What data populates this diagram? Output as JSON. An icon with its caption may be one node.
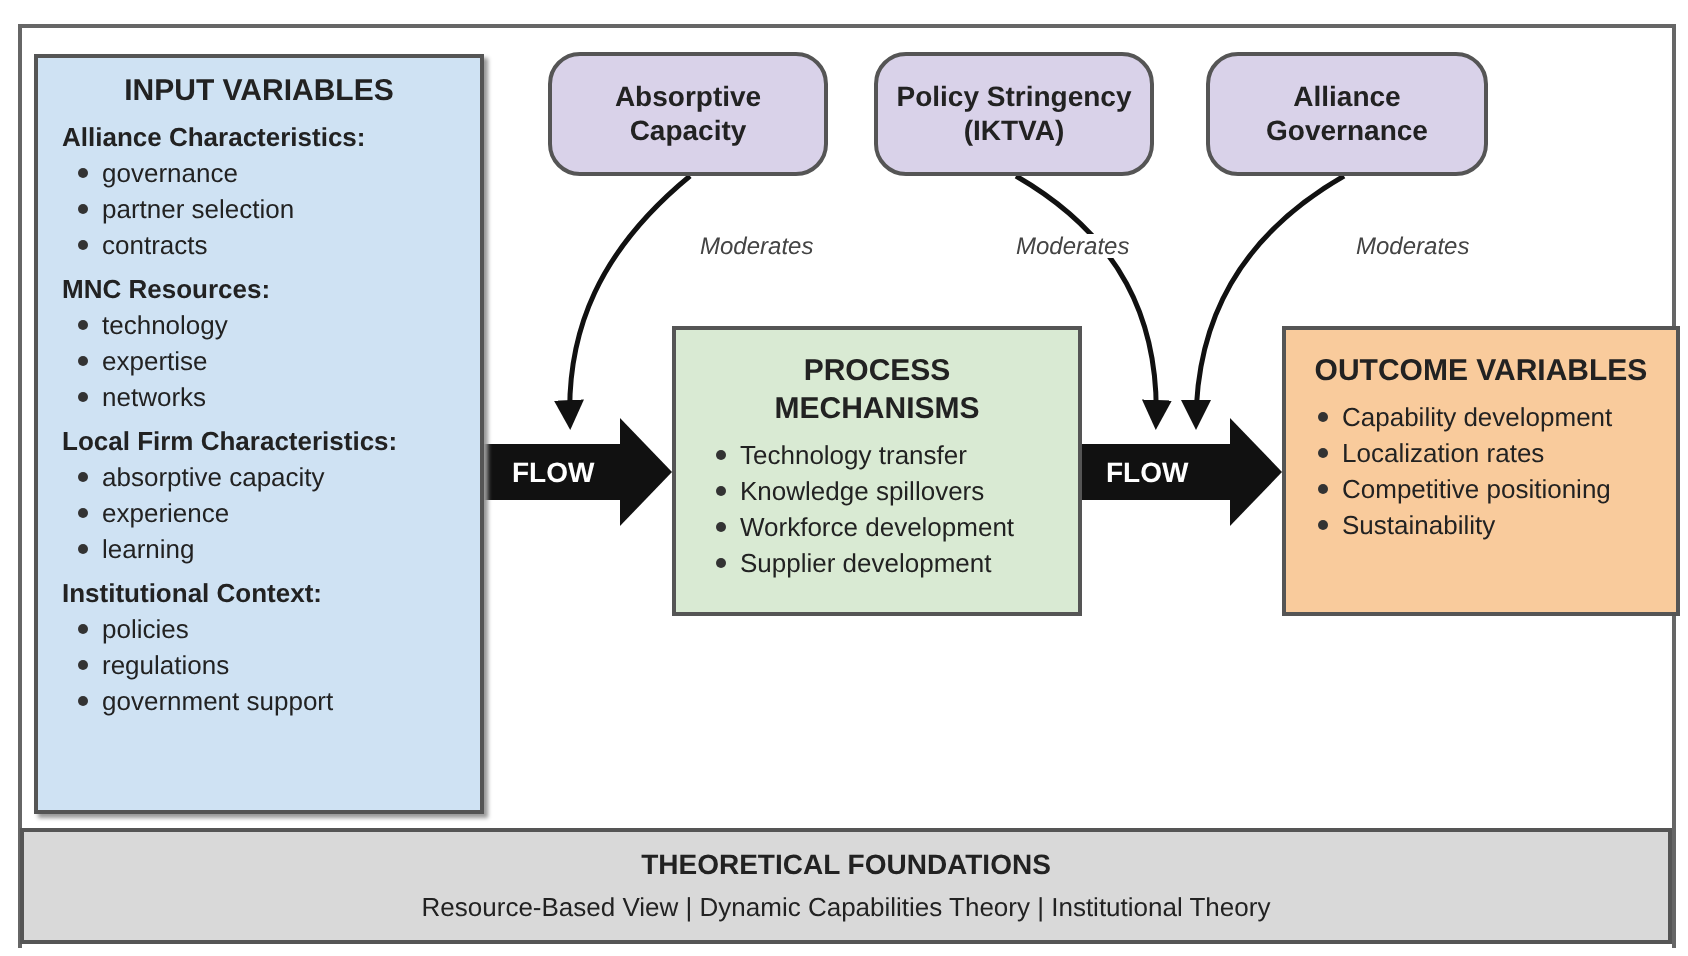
{
  "diagram": {
    "nodes": [
      {
        "text": [
          "INPUT VARIABLES",
          "Alliance Characteristics:",
          "governance",
          "partner selection",
          "contracts",
          "MNC Resources:",
          "technology",
          "expertise",
          "networks",
          "Local Firm Characteristics:",
          "absorptive capacity",
          "experience",
          "learning",
          "Institutional Context:",
          "policies",
          "regulations",
          "government support"
        ]
      },
      {
        "text": [
          "Absorptive Capacity"
        ]
      },
      {
        "text": [
          "Policy Stringency (IKTVA)"
        ]
      },
      {
        "text": [
          "Alliance Governance"
        ]
      },
      {
        "text": [
          "PROCESS MECHANISMS",
          "Technology transfer",
          "Knowledge spillovers",
          "Workforce development",
          "Supplier development"
        ]
      },
      {
        "text": [
          "OUTCOME VARIABLES",
          "Capability development",
          "Localization rates",
          "Competitive positioning",
          "Sustainability"
        ]
      },
      {
        "text": [
          "THEORETICAL FOUNDATIONS",
          "Resource-Based View | Dynamic Capabilities Theory | Institutional Theory"
        ]
      }
    ],
    "edges": [
      {
        "from": 0,
        "to": 4,
        "arrow": "to",
        "label": "FLOW",
        "style": "thick"
      },
      {
        "from": 4,
        "to": 5,
        "arrow": "to",
        "label": "FLOW",
        "style": "thick"
      },
      {
        "from": 1,
        "to": null,
        "arrow": "to",
        "label": "Moderates"
      },
      {
        "from": 2,
        "to": null,
        "arrow": "to",
        "label": "Moderates"
      },
      {
        "from": 3,
        "to": null,
        "arrow": "to",
        "label": "Moderates"
      }
    ]
  }
}
